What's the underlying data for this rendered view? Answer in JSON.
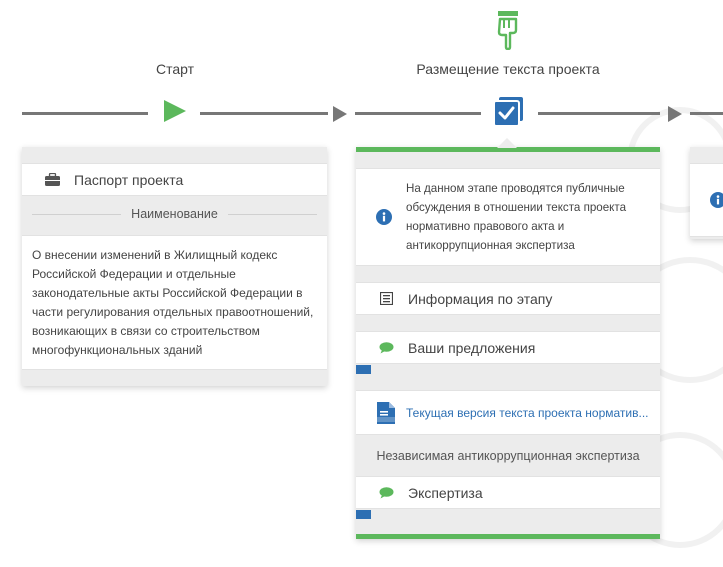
{
  "stages": {
    "start_label": "Старт",
    "current_label": "Размещение текста проекта"
  },
  "passport": {
    "title": "Паспорт проекта",
    "section_label": "Наименование",
    "description": "О внесении изменений в Жилищный кодекс Российской Федерации и отдельные законодательные акты Российской Федерации в части регулирования отдельных правоотношений, возникающих в связи со строительством многофункциональных зданий"
  },
  "current_stage": {
    "info_text": "На данном этапе проводятся публичные обсуждения в отношении текста проекта нормативно правового акта и антикоррупционная экспертиза",
    "stage_info_label": "Информация по этапу",
    "proposals_label": "Ваши предложения",
    "proposals_progress": 0.05,
    "document_link": "Текущая версия текста проекта норматив...",
    "expertise_section": "Независимая антикоррупционная экспертиза",
    "expertise_label": "Экспертиза",
    "expertise_progress": 0.05
  },
  "colors": {
    "green": "#5cb85c",
    "blue": "#2d6fb3",
    "line": "#777777"
  },
  "icons": {
    "start": "play-icon",
    "current": "document-check-icon",
    "pointer": "hand-pointer-icon",
    "passport": "briefcase-icon",
    "info": "info-circle-icon",
    "list": "list-icon",
    "comment": "comment-icon",
    "doc": "docx-file-icon"
  }
}
